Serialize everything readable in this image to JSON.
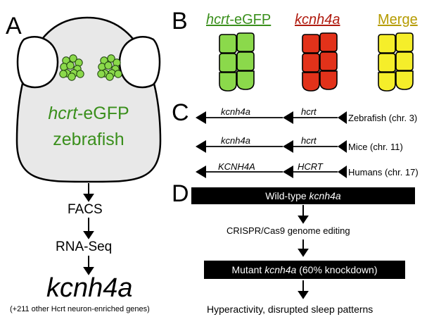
{
  "panels": {
    "a": "A",
    "b": "B",
    "c": "C",
    "d": "D"
  },
  "panel_a": {
    "line1_italic": "hcrt",
    "line1_rest": "-eGFP",
    "line2": "zebrafish",
    "steps": [
      "FACS",
      "RNA-Seq"
    ],
    "result": "kcnh4a",
    "footnote": "(+211 other Hcrt neuron-enriched genes)"
  },
  "panel_b": {
    "headers": [
      {
        "italic": "hcrt",
        "rest": "-eGFP",
        "color": "#3a8f1c"
      },
      {
        "italic": "kcnh4a",
        "rest": "",
        "color": "#b01b0f"
      },
      {
        "italic": "",
        "rest": "Merge",
        "color": "#b59b00"
      }
    ],
    "fills": [
      "#8bd94b",
      "#e2321a",
      "#f5ee2a"
    ]
  },
  "panel_c": {
    "rows": [
      {
        "gene1": "kcnh4a",
        "gene2": "hcrt",
        "species": "Zebrafish (chr. 3)"
      },
      {
        "gene1": "kcnh4a",
        "gene2": "hcrt",
        "species": "Mice (chr. 11)"
      },
      {
        "gene1": "KCNH4A",
        "gene2": "HCRT",
        "species": "Humans (chr. 17)"
      }
    ]
  },
  "panel_d": {
    "wt_plain": "Wild-type ",
    "wt_italic": "kcnh4a",
    "method": "CRISPR/Cas9 genome editing",
    "mut_plain1": "Mutant ",
    "mut_italic": "kcnh4a",
    "mut_plain2": " (60% knockdown)",
    "outcome": "Hyperactivity, disrupted sleep patterns"
  }
}
